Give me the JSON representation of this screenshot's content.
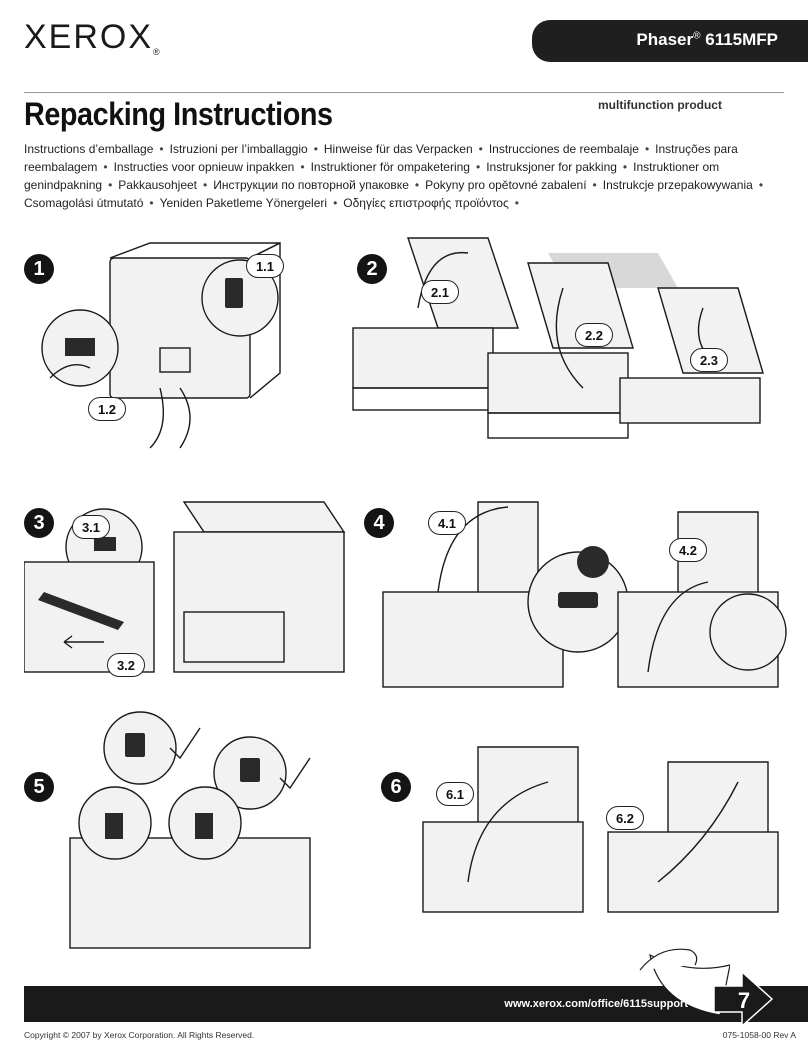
{
  "header": {
    "logo": "XEROX",
    "logo_mark": "®",
    "product_name": "Phaser",
    "product_reg": "®",
    "product_model": "6115MFP",
    "product_type": "multifunction product"
  },
  "title": "Repacking Instructions",
  "languages": [
    "Instructions d’emballage",
    "Istruzioni per l’imballaggio",
    "Hinweise für das Verpacken",
    "Instrucciones de reembalaje",
    "Instruções para reembalagem",
    "Instructies voor opnieuw inpakken",
    "Instruktioner för ompaketering",
    "Instruksjoner for pakking",
    "Instruktioner om genindpakning",
    "Pakkausohjeet",
    "Инструкции по повторной упаковке",
    "Pokyny pro opětovné zabalení",
    "Instrukcje przepakowywania",
    "Csomagolási útmutató",
    "Yeniden Paketleme Yönergeleri",
    "Οδηγίες επιστροφής προϊόντος"
  ],
  "language_separator": "•",
  "steps": [
    {
      "number": "1",
      "callouts": [
        "1.1",
        "1.2"
      ]
    },
    {
      "number": "2",
      "callouts": [
        "2.1",
        "2.2",
        "2.3"
      ]
    },
    {
      "number": "3",
      "callouts": [
        "3.1",
        "3.2"
      ]
    },
    {
      "number": "4",
      "callouts": [
        "4.1",
        "4.2"
      ]
    },
    {
      "number": "5",
      "callouts": []
    },
    {
      "number": "6",
      "callouts": [
        "6.1",
        "6.2"
      ]
    }
  ],
  "footer": {
    "url": "www.xerox.com/office/6115support",
    "next_step": "7",
    "copyright": "Copyright © 2007 by Xerox Corporation.  All Rights Reserved.",
    "doc_number": "075-1058-00 Rev A"
  }
}
